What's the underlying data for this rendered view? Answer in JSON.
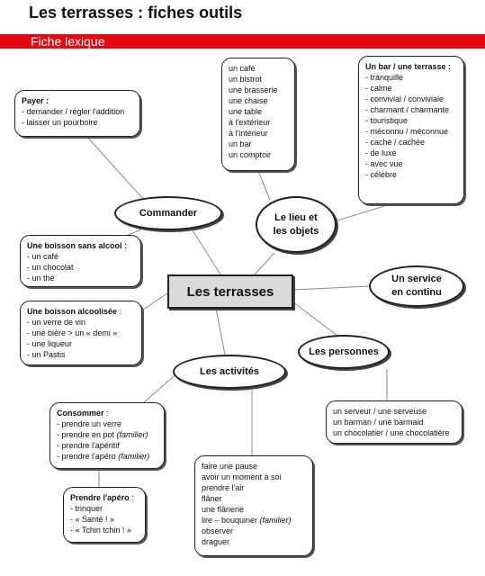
{
  "title": "Les terrasses : fiches outils",
  "band": "Fiche lexique",
  "center": "Les terrasses",
  "nodes": {
    "commander": "Commander",
    "lieu_line1": "Le lieu et",
    "lieu_line2": "les objets",
    "service_line1": "Un service",
    "service_line2": "en continu",
    "personnes": "Les personnes",
    "activites": "Les activités"
  },
  "boxes": {
    "payer": {
      "heading": "Payer :",
      "items": [
        "- demander / régler l'addition",
        "- laisser un pourboire"
      ]
    },
    "lieu_objets": {
      "items": [
        "un café",
        "un bistrot",
        "une brasserie",
        "une chaise",
        "une table",
        "à l'extérieur",
        "à l'intérieur",
        "un bar",
        "un comptoir"
      ]
    },
    "bar_terrasse": {
      "heading": "Un bar / une terrasse :",
      "items": [
        "- tranquille",
        "- calme",
        "- convivial / conviviale",
        "- charmant / charmante",
        "- touristique",
        "- méconnu / méconnue",
        "- caché / cachée",
        "- de luxe",
        "- avec vue",
        "- célèbre"
      ]
    },
    "sans_alcool": {
      "heading": "Une boisson sans alcool :",
      "items": [
        "- un café",
        "- un chocolat",
        "- un thé"
      ]
    },
    "alcoolisee": {
      "heading": "Une boisson alcoolisée",
      "heading_suffix": " :",
      "items": [
        "- un verre de vin",
        "- une bière > un « demi »",
        "- une liqueur",
        "- un Pastis"
      ]
    },
    "personnes": {
      "items": [
        "un serveur / une serveuse",
        "un barman / une barmaid",
        "un chocolatier / une chocolatière"
      ]
    },
    "consommer": {
      "heading": "Consommer",
      "heading_suffix": " :",
      "items": [
        "- prendre un verre"
      ],
      "item2_main": "- prendre en pot ",
      "item2_note": "(familier)",
      "items_b": [
        "- prendre l'apéritif"
      ],
      "item4_main": "- prendre l'apéro ",
      "item4_note": "(familier)"
    },
    "apero": {
      "heading": "Prendre l'apéro",
      "heading_suffix": " :",
      "items": [
        "- trinquer",
        "- « Santé ! »",
        "- « Tchin tchin ! »"
      ]
    },
    "activites": {
      "items": [
        "faire une pause",
        "avoir un moment à soi",
        "prendre l'air",
        "flâner",
        "une flânerie"
      ],
      "item6_main": "lire – bouquiner ",
      "item6_note": "(familier)",
      "items_b": [
        "observer",
        "draguer"
      ]
    }
  }
}
